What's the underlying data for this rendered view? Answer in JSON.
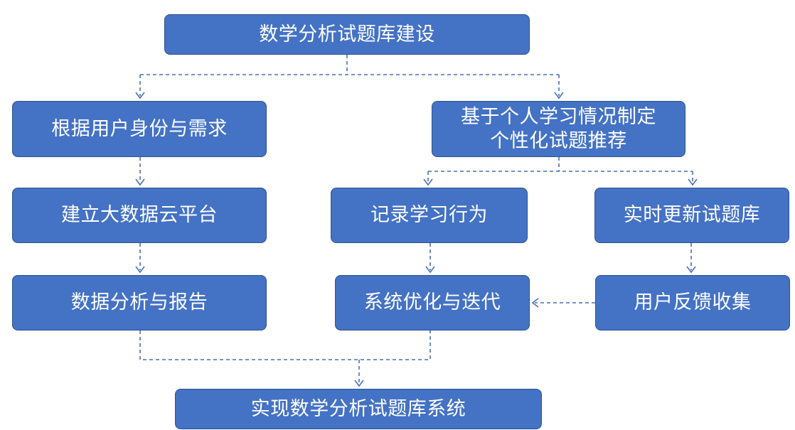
{
  "nodes": {
    "root": "数学分析试题库建设",
    "identity": "根据用户身份与需求",
    "personal_line1": "基于个人学习情况制定",
    "personal_line2": "个性化试题推荐",
    "cloud": "建立大数据云平台",
    "record": "记录学习行为",
    "update": "实时更新试题库",
    "report": "数据分析与报告",
    "optimize": "系统优化与迭代",
    "feedback": "用户反馈收集",
    "final": "实现数学分析试题库系统"
  },
  "colors": {
    "node_fill": "#4472C4",
    "node_border": "#2F528F",
    "node_text": "#FFFFFF",
    "connector": "#4A6FB5"
  }
}
